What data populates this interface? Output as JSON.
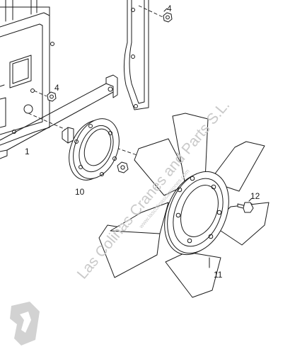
{
  "diagram": {
    "labels": {
      "bolt_top": "4",
      "bolt_mid": "4",
      "housing": "1",
      "hub": "10",
      "bolt_fan": "12",
      "fan": "11"
    },
    "watermark": {
      "text": "Las Colinas Cranes and Parts S.L.",
      "subtext": "www.lascolinascamiones.com"
    },
    "colors": {
      "line": "#1a1a1a",
      "watermark": "#c9c9c9",
      "background": "#ffffff"
    }
  }
}
